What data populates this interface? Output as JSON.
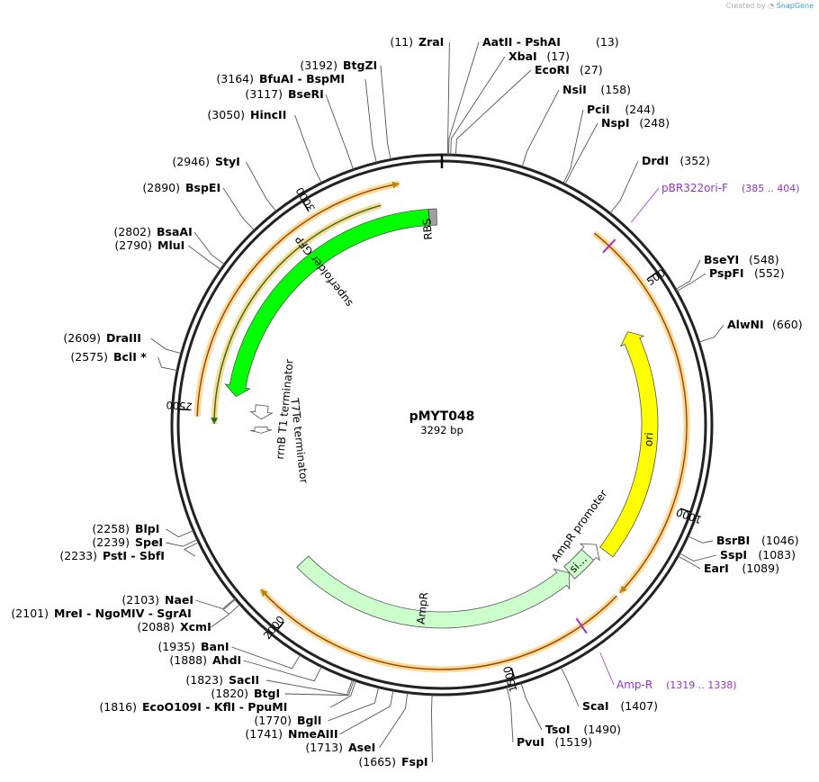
{
  "branding": {
    "created_by": "Created by",
    "product": "SnapGene"
  },
  "plasmid": {
    "name": "pMYT048",
    "length_label": "3292 bp",
    "length": 3292
  },
  "ticks": [
    {
      "position": 500,
      "label": "500"
    },
    {
      "position": 1000,
      "label": "1000"
    },
    {
      "position": 1500,
      "label": "1500"
    },
    {
      "position": 2000,
      "label": "2000"
    },
    {
      "position": 2500,
      "label": "2500"
    },
    {
      "position": 3000,
      "label": "3000"
    }
  ],
  "features": [
    {
      "name": "ori",
      "label": "ori",
      "start": 580,
      "end": 1168,
      "direction": "reverse",
      "color": "#ffff00",
      "lane": "ori"
    },
    {
      "name": "AmpR promoter",
      "label": "AmpR promoter",
      "start": 1169,
      "end": 1273,
      "direction": "reverse",
      "color": "#ffffff",
      "lane": "ampr"
    },
    {
      "name": "signal sequence",
      "label": "si…",
      "start": 1205,
      "end": 1273,
      "direction": "none",
      "color": "#ccffcc",
      "lane": "ampr"
    },
    {
      "name": "AmpR",
      "label": "AmpR",
      "start": 1274,
      "end": 2062,
      "direction": "reverse",
      "color": "#ccffcc",
      "lane": "ampr"
    },
    {
      "name": "RBS",
      "label": "RBS",
      "start": 3260,
      "end": 3279,
      "direction": "none",
      "color": "#a0a0a0",
      "lane": "gfp"
    },
    {
      "name": "superfolder GFP",
      "label": "superfolder GFP",
      "start": 2540,
      "end": 3259,
      "direction": "reverse",
      "color": "#00ff00",
      "lane": "gfp"
    },
    {
      "name": "rrnB T1 terminator",
      "label": "rrnB T1 terminator",
      "start": 2485,
      "end": 2525,
      "direction": "reverse",
      "color": "#ffffff",
      "lane": "term"
    },
    {
      "name": "T7Te terminator",
      "label": "T7Te terminator",
      "start": 2445,
      "end": 2462,
      "direction": "reverse",
      "color": "#ffffff",
      "lane": "term"
    }
  ],
  "highlights": [
    {
      "start": 352,
      "end": 1219,
      "direction": "forward",
      "lane": "outer"
    },
    {
      "start": 1229,
      "end": 2082,
      "direction": "forward",
      "lane": "outer"
    },
    {
      "start": 2487,
      "end": 3200,
      "direction": "forward",
      "lane": "outer"
    },
    {
      "start": 2471,
      "end": 3150,
      "direction": "reverse",
      "lane": "inner"
    }
  ],
  "primers": [
    {
      "name": "pBR322ori-F",
      "range": "(385 .. 404)",
      "position": 394,
      "color": "#9932cc"
    },
    {
      "name": "Amp-R",
      "range": "(1319 .. 1338)",
      "position": 1328,
      "color": "#9932cc"
    }
  ],
  "enzymes": [
    {
      "name": "ZraI",
      "position": 11,
      "pos_label": "(11)"
    },
    {
      "name": "AatII",
      "name2": "PshAI",
      "position": 13,
      "pos_label": "(13)"
    },
    {
      "name": "XbaI",
      "position": 17,
      "pos_label": "(17)"
    },
    {
      "name": "EcoRI",
      "position": 27,
      "pos_label": "(27)"
    },
    {
      "name": "NsiI",
      "position": 158,
      "pos_label": "(158)"
    },
    {
      "name": "PciI",
      "position": 244,
      "pos_label": "(244)"
    },
    {
      "name": "NspI",
      "position": 248,
      "pos_label": "(248)"
    },
    {
      "name": "DrdI",
      "position": 352,
      "pos_label": "(352)"
    },
    {
      "name": "BseYI",
      "position": 548,
      "pos_label": "(548)"
    },
    {
      "name": "PspFI",
      "position": 552,
      "pos_label": "(552)"
    },
    {
      "name": "AlwNI",
      "position": 660,
      "pos_label": "(660)"
    },
    {
      "name": "BsrBI",
      "position": 1046,
      "pos_label": "(1046)"
    },
    {
      "name": "SspI",
      "position": 1083,
      "pos_label": "(1083)"
    },
    {
      "name": "EarI",
      "position": 1089,
      "pos_label": "(1089)"
    },
    {
      "name": "ScaI",
      "position": 1407,
      "pos_label": "(1407)"
    },
    {
      "name": "TsoI",
      "position": 1490,
      "pos_label": "(1490)"
    },
    {
      "name": "PvuI",
      "position": 1519,
      "pos_label": "(1519)"
    },
    {
      "name": "FspI",
      "position": 1665,
      "pos_label": "(1665)"
    },
    {
      "name": "AseI",
      "position": 1713,
      "pos_label": "(1713)"
    },
    {
      "name": "NmeAIII",
      "position": 1741,
      "pos_label": "(1741)"
    },
    {
      "name": "BglI",
      "position": 1770,
      "pos_label": "(1770)"
    },
    {
      "name": "EcoO109I",
      "name2": "KflI",
      "name3": "PpuMI",
      "position": 1816,
      "pos_label": "(1816)"
    },
    {
      "name": "BtgI",
      "position": 1820,
      "pos_label": "(1820)"
    },
    {
      "name": "SacII",
      "position": 1823,
      "pos_label": "(1823)"
    },
    {
      "name": "AhdI",
      "position": 1888,
      "pos_label": "(1888)"
    },
    {
      "name": "BanI",
      "position": 1935,
      "pos_label": "(1935)"
    },
    {
      "name": "XcmI",
      "position": 2088,
      "pos_label": "(2088)"
    },
    {
      "name": "MreI",
      "name2": "NgoMIV",
      "name3": "SgrAI",
      "position": 2101,
      "pos_label": "(2101)"
    },
    {
      "name": "NaeI",
      "position": 2103,
      "pos_label": "(2103)"
    },
    {
      "name": "PstI",
      "name2": "SbfI",
      "position": 2233,
      "pos_label": "(2233)"
    },
    {
      "name": "SpeI",
      "position": 2239,
      "pos_label": "(2239)"
    },
    {
      "name": "BlpI",
      "position": 2258,
      "pos_label": "(2258)"
    },
    {
      "name": "BclI *",
      "position": 2575,
      "pos_label": "(2575)"
    },
    {
      "name": "DraIII",
      "position": 2609,
      "pos_label": "(2609)"
    },
    {
      "name": "MluI",
      "position": 2790,
      "pos_label": "(2790)"
    },
    {
      "name": "BsaAI",
      "position": 2802,
      "pos_label": "(2802)"
    },
    {
      "name": "BspEI",
      "position": 2890,
      "pos_label": "(2890)"
    },
    {
      "name": "StyI",
      "position": 2946,
      "pos_label": "(2946)"
    },
    {
      "name": "HincII",
      "position": 3050,
      "pos_label": "(3050)"
    },
    {
      "name": "BseRI",
      "position": 3117,
      "pos_label": "(3117)"
    },
    {
      "name": "BfuAI",
      "name2": "BspMI",
      "position": 3164,
      "pos_label": "(3164)"
    },
    {
      "name": "BtgZI",
      "position": 3192,
      "pos_label": "(3192)"
    }
  ]
}
